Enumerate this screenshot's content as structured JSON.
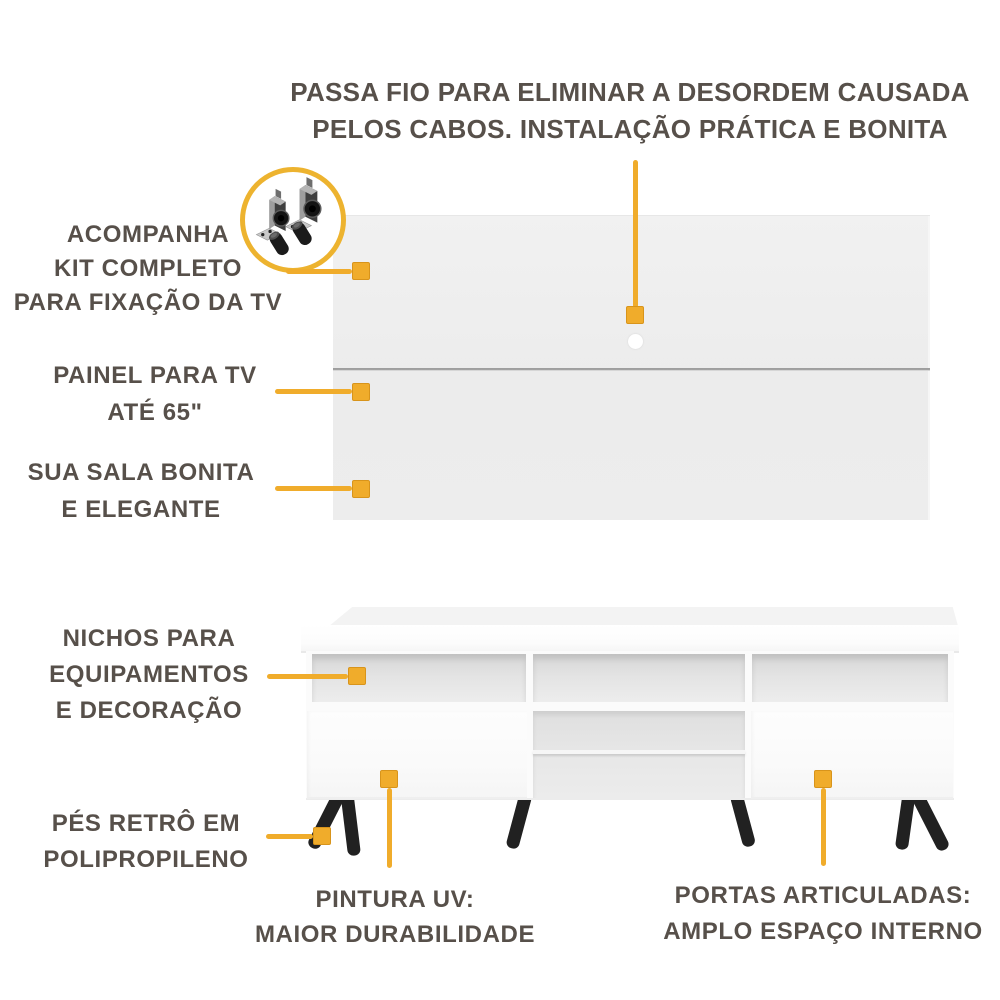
{
  "colors": {
    "accent": "#F0AC2B",
    "accent_dark": "#D8941B",
    "ring": "#EDB32F",
    "text": "#57504A",
    "panel_gray": "#EDEDED",
    "seam_gray": "#9E9E9E",
    "furniture_white": "#FBFBFB",
    "interior_gray": "#DADADA",
    "leg_black": "#212121",
    "background": "#FFFFFF"
  },
  "heading": {
    "line1": "PASSA FIO PARA ELIMINAR A DESORDEM CAUSADA",
    "line2": "PELOS CABOS. INSTALAÇÃO PRÁTICA E BONITA"
  },
  "callouts": {
    "kit": {
      "lines": [
        "ACOMPANHA",
        "KIT COMPLETO",
        "PARA FIXAÇÃO DA TV"
      ]
    },
    "painel": {
      "lines": [
        "PAINEL PARA TV",
        "ATÉ 65\""
      ]
    },
    "sala": {
      "lines": [
        "SUA SALA BONITA",
        "E ELEGANTE"
      ]
    },
    "nichos": {
      "lines": [
        "NICHOS PARA",
        "EQUIPAMENTOS",
        "E DECORAÇÃO"
      ]
    },
    "pes": {
      "lines": [
        "PÉS RETRÔ EM",
        "POLIPROPILENO"
      ]
    },
    "pintura": {
      "lines": [
        "PINTURA UV:",
        "MAIOR DURABILIDADE"
      ]
    },
    "portas": {
      "lines": [
        "PORTAS ARTICULADAS:",
        "AMPLO ESPAÇO INTERNO"
      ]
    }
  },
  "icons": {
    "kit_circle": "tv-mount-brackets-icon",
    "cable_hole": "cable-pass-through-hole-icon"
  }
}
